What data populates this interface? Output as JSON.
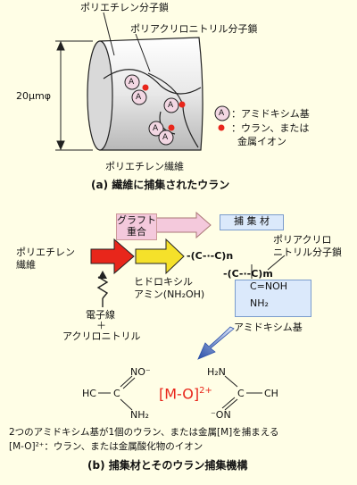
{
  "fiber": {
    "label_pe_chain": "ポリエチレン分子鎖",
    "label_pan_chain": "ポリアクリロニトリル分子鎖",
    "diameter": "20μmφ",
    "fiber_label": "ポリエチレン繊維",
    "legend_a_symbol": "A",
    "legend_a": "：アミドキシム基",
    "legend_dot_1": "：ウラン、または",
    "legend_dot_2": "金属イオン",
    "caption_a": "(a) 繊維に捕集されたウラン"
  },
  "process": {
    "graft_1": "グラフト",
    "graft_2": "重合",
    "capture_material": "捕 集 材",
    "pe_fiber_1": "ポリエチレン",
    "pe_fiber_2": "繊維",
    "hydroxylamine_1": "ヒドロキシル",
    "hydroxylamine_2": "アミン(NH₂OH)",
    "electron_beam": "電子線",
    "plus": "＋",
    "acrylonitrile": "アクリロニトリル",
    "pan_chain_1": "ポリアクリロ",
    "pan_chain_2": "ニトリル分子鎖",
    "chain_formula_1": "-(C-·-C)n",
    "chain_formula_2": "-(C-·-C)m",
    "group_top": "C=NOH",
    "group_bottom": "NH₂",
    "amidoxime_label": "アミドキシム基"
  },
  "complex": {
    "left_hc": "HC",
    "left_c": "C",
    "left_no": "NO⁻",
    "left_nh2": "NH₂",
    "center": "[M-O]",
    "center_sup": "2+",
    "right_h2n": "H₂N",
    "right_c": "C",
    "right_ch": "CH",
    "right_on": "⁻ON",
    "note_1": "2つのアミドキシム基が1個のウラン、または金属[M]を捕まえる",
    "note_2": "[M-O]²⁺：ウラン、または金属酸化物のイオン",
    "caption_b": "(b) 捕集材とそのウラン捕集機構"
  },
  "colors": {
    "red_arrow": "#e8261b",
    "yellow_arrow": "#f5e12a",
    "center_text": "#e8261b",
    "blue_arrow": "#2b4fa8"
  }
}
